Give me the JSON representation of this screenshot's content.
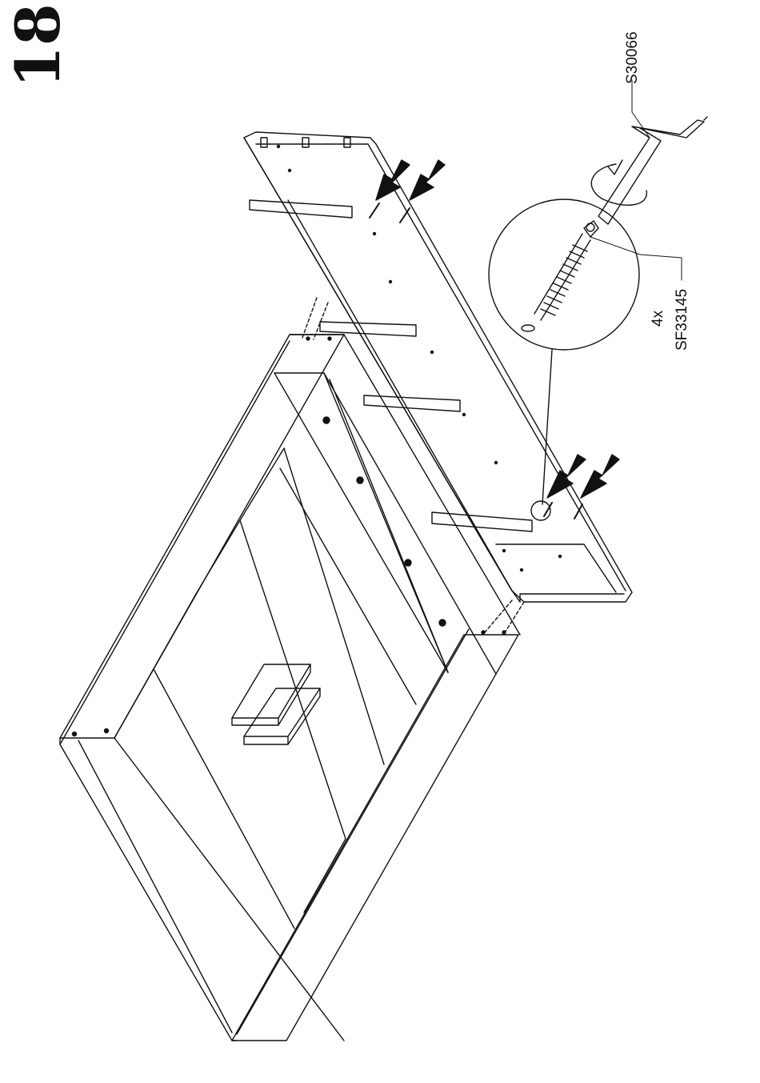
{
  "step": {
    "number": "18"
  },
  "parts": {
    "tool": {
      "code": "S30066"
    },
    "screw": {
      "quantity": "4x",
      "code": "SF33145"
    }
  },
  "colors": {
    "ink": "#111111",
    "paper": "#ffffff",
    "light_ink": "#555555"
  },
  "icons": [
    "push-arrow-icon",
    "rotate-arrow-icon",
    "allen-key-icon",
    "screw-icon",
    "magnifier-circle-icon"
  ]
}
